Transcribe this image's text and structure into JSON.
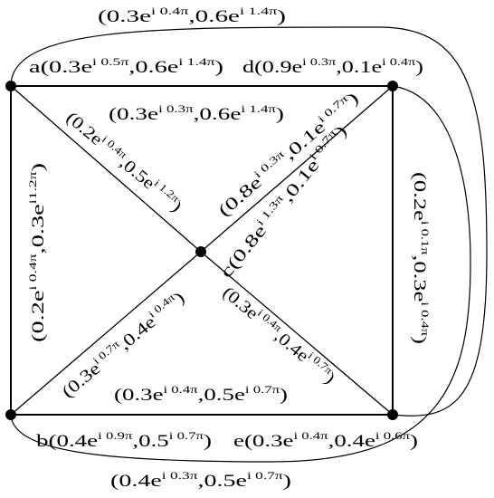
{
  "graph": {
    "vertices": [
      {
        "id": "a",
        "label": "a(0.3e^{i 0.5π},0.6e^{i 1.4π})"
      },
      {
        "id": "d",
        "label": "d(0.9e^{i 0.3π},0.1e^{i 0.4π})"
      },
      {
        "id": "c",
        "label": "c(0.8e^{i 1.3π},0.1e^{i 0.7π})"
      },
      {
        "id": "b",
        "label": "b(0.4e^{i 0.9π},0.5^{i 0.7π})"
      },
      {
        "id": "e",
        "label": "e(0.3e^{i 0.4π},0.4e^{i 0.6π})"
      }
    ],
    "edges": [
      {
        "id": "a-d",
        "from": "a",
        "to": "d",
        "label": "(0.3e^{i 0.3π},0.6e^{i 1.4π})"
      },
      {
        "id": "a-b",
        "from": "a",
        "to": "b",
        "label": "(0.2e^{i 0.4π},0.3e^{i1.2π})"
      },
      {
        "id": "a-c",
        "from": "a",
        "to": "c",
        "label": "(0.2e^{i 0.4π},0.5e^{i 1.2π})"
      },
      {
        "id": "d-c",
        "from": "d",
        "to": "c",
        "label": "(0.8e^{i 0.3π},0.1e^{i 0.7π})"
      },
      {
        "id": "d-e",
        "from": "d",
        "to": "e",
        "label": "(0.2e^{i 0.1π},0.3e^{i 0.4π})"
      },
      {
        "id": "c-b",
        "from": "c",
        "to": "b",
        "label": "(0.3e^{i 0.7π},0.4e^{i 0.4π})"
      },
      {
        "id": "c-e",
        "from": "c",
        "to": "e",
        "label": "(0.3e^{i 0.4π},0.4e^{i 0.7π})"
      },
      {
        "id": "b-e",
        "from": "b",
        "to": "e",
        "label": "(0.3e^{i 0.4π},0.5e^{i 0.7π})"
      },
      {
        "id": "a-e-outer",
        "from": "a",
        "to": "e",
        "label": "(0.3e^{i 0.4π},0.6e^{i 1.4π})"
      },
      {
        "id": "d-b-outer",
        "from": "d",
        "to": "b",
        "label": "(0.4e^{i 0.3π},0.5e^{i 0.7π})"
      }
    ]
  }
}
